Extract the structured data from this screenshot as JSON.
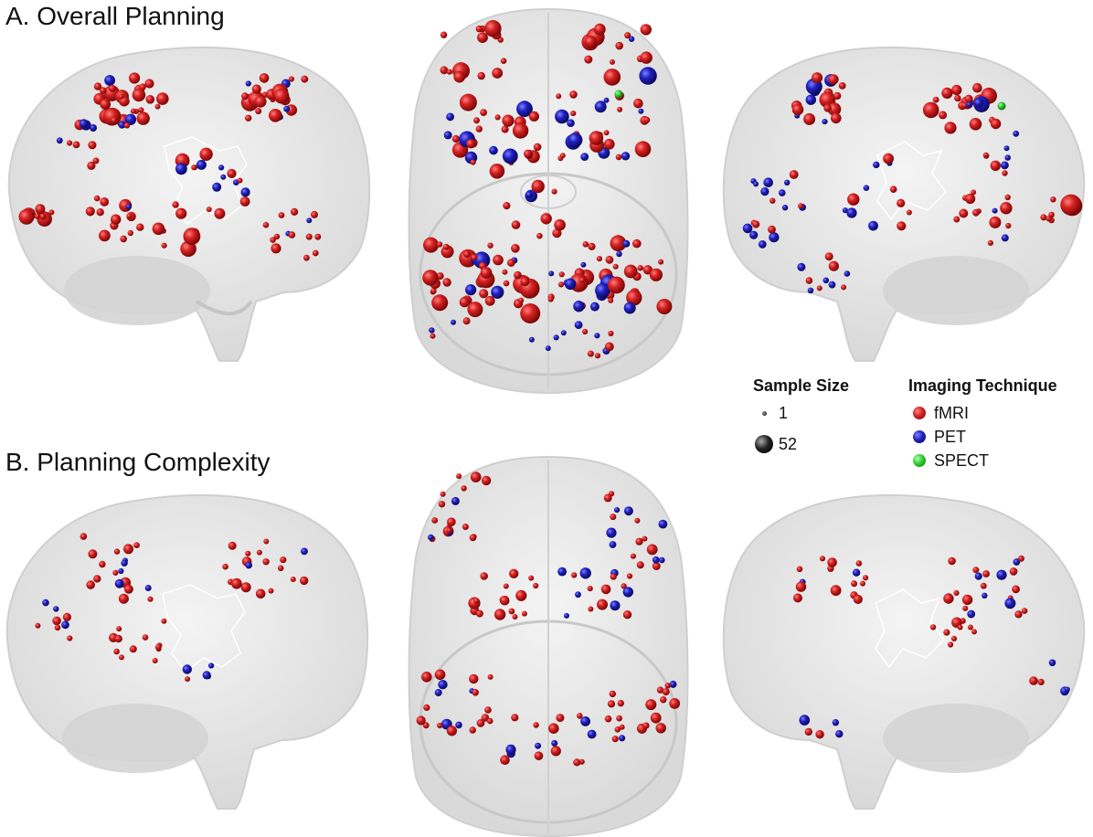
{
  "panels": {
    "a_title": "A. Overall Planning",
    "b_title": "B. Planning Complexity"
  },
  "legend": {
    "size_title": "Sample Size",
    "size_items": [
      {
        "label": "1",
        "value": 1
      },
      {
        "label": "52",
        "value": 52
      }
    ],
    "tech_title": "Imaging Technique",
    "tech_items": [
      {
        "label": "fMRI",
        "color": "#cc1f1f"
      },
      {
        "label": "PET",
        "color": "#1f1fb0"
      },
      {
        "label": "SPECT",
        "color": "#2ecc2e"
      }
    ]
  },
  "colors": {
    "fMRI": "#cc1f1f",
    "PET": "#1f1fb0",
    "SPECT": "#2ecc2e",
    "brain": "#e4e4e4"
  }
}
